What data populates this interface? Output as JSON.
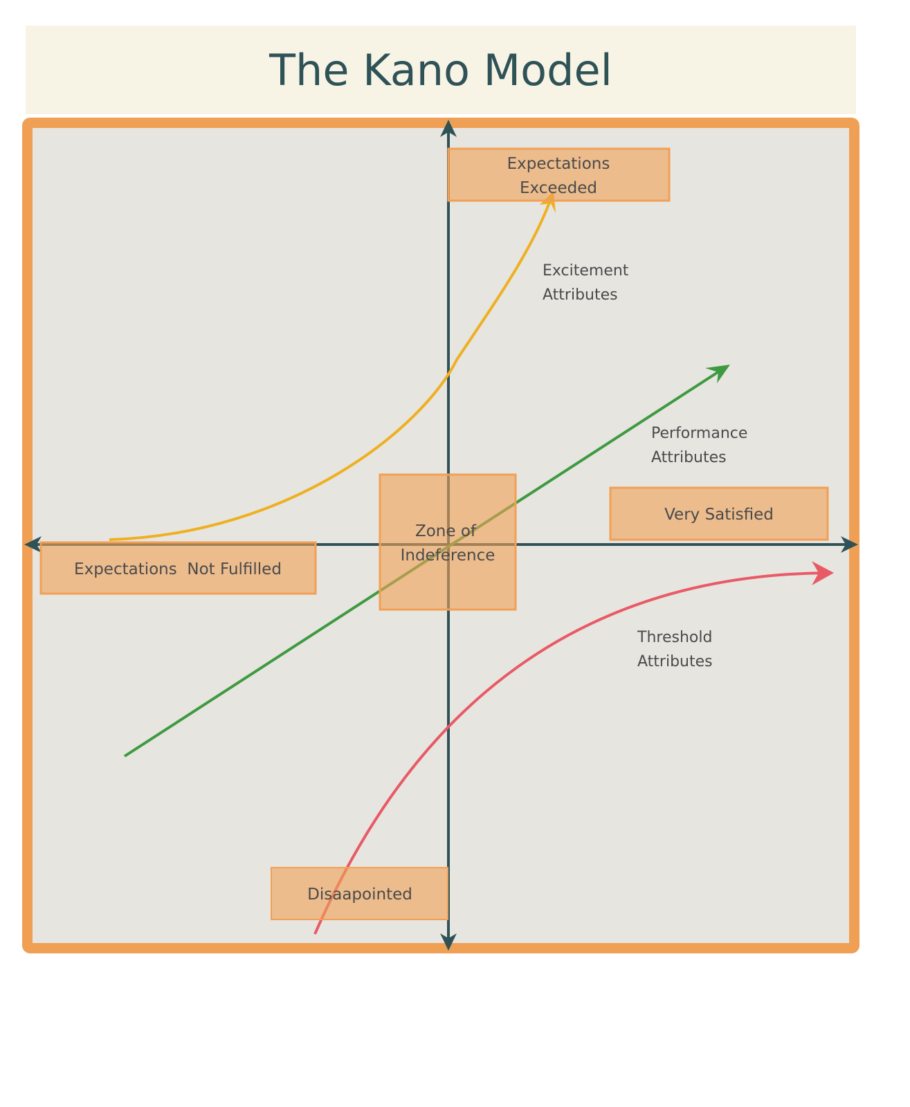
{
  "title": "The Kano Model",
  "colors": {
    "frame": "#f0a055",
    "background": "#e7e5e0",
    "axis": "#2f5257",
    "excitement": "#eeb023",
    "performance": "#3e9a40",
    "threshold": "#e85a66",
    "box_fill": "#edba88"
  },
  "boxes": {
    "expectations_exceeded": [
      "Expectations",
      "Exceeded"
    ],
    "very_satisfied": "Very Satisfied",
    "not_fulfilled": "Expectations  Not Fulfilled",
    "disappointed": "Disaapointed",
    "zone": [
      "Zone of",
      "Indeference"
    ]
  },
  "curves": {
    "excitement": [
      "Excitement",
      "Attributes"
    ],
    "performance": [
      "Performance",
      "Attributes"
    ],
    "threshold": [
      "Threshold",
      "Attributes"
    ]
  }
}
